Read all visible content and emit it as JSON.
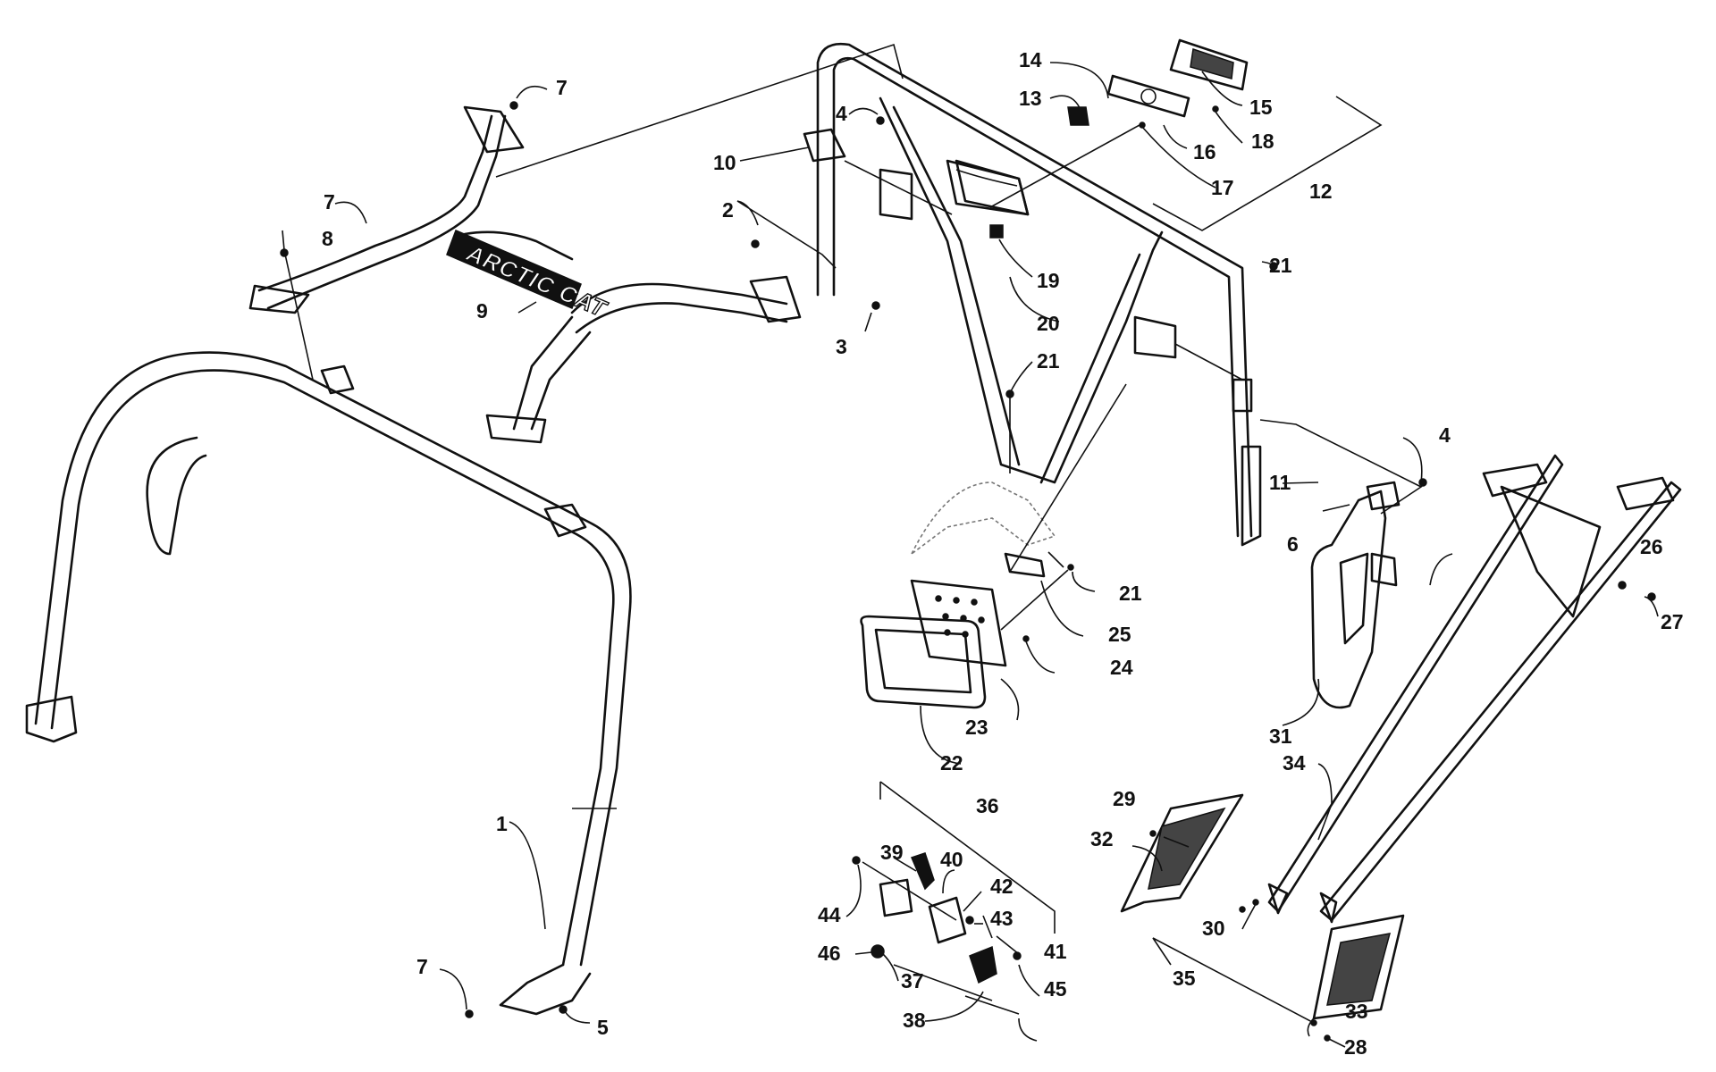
{
  "diagram": {
    "logo_text": "ARCTIC CAT",
    "callouts": [
      "1",
      "2",
      "3",
      "4",
      "4",
      "5",
      "6",
      "7",
      "7",
      "7",
      "8",
      "9",
      "10",
      "11",
      "12",
      "13",
      "14",
      "15",
      "16",
      "17",
      "18",
      "19",
      "20",
      "21",
      "21",
      "21",
      "22",
      "23",
      "24",
      "25",
      "26",
      "27",
      "28",
      "29",
      "30",
      "31",
      "32",
      "33",
      "34",
      "35",
      "36",
      "37",
      "38",
      "39",
      "40",
      "41",
      "42",
      "43",
      "44",
      "45",
      "46"
    ]
  }
}
